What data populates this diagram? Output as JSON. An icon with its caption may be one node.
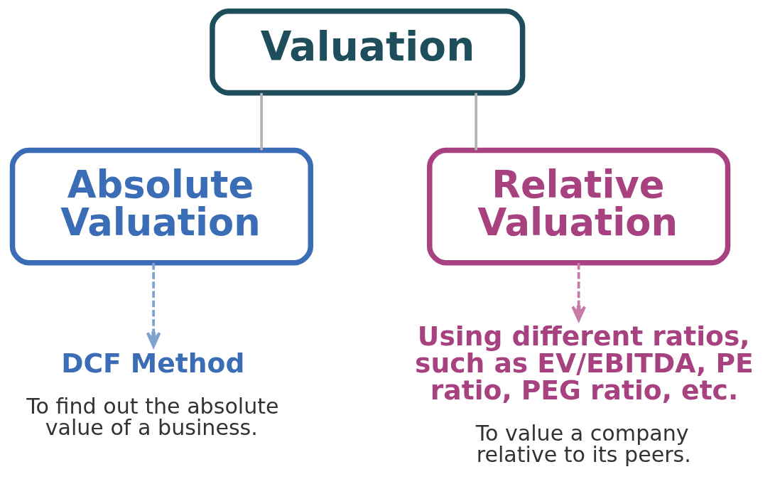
{
  "diagram": {
    "nodes": [
      {
        "text": [
          "Valuation"
        ]
      },
      {
        "text": [
          "Absolute Valuation"
        ]
      },
      {
        "text": [
          "Relative Valuation"
        ]
      },
      {
        "text": [
          "DCF Method",
          "To find out the absolute value of a business."
        ]
      },
      {
        "text": [
          "Using different ratios, such as EV/EBITDA, PE ratio, PEG ratio, etc.",
          "To value a company relative to its peers."
        ]
      }
    ],
    "edges": [
      {
        "from": 0,
        "to": 1,
        "arrow": "none"
      },
      {
        "from": 0,
        "to": 2,
        "arrow": "none"
      },
      {
        "from": 1,
        "to": 3,
        "arrow": "to",
        "style": "dashed",
        "color": "#7fa3cf"
      },
      {
        "from": 2,
        "to": 4,
        "arrow": "to",
        "style": "dashed",
        "color": "#c77aa8"
      }
    ]
  }
}
